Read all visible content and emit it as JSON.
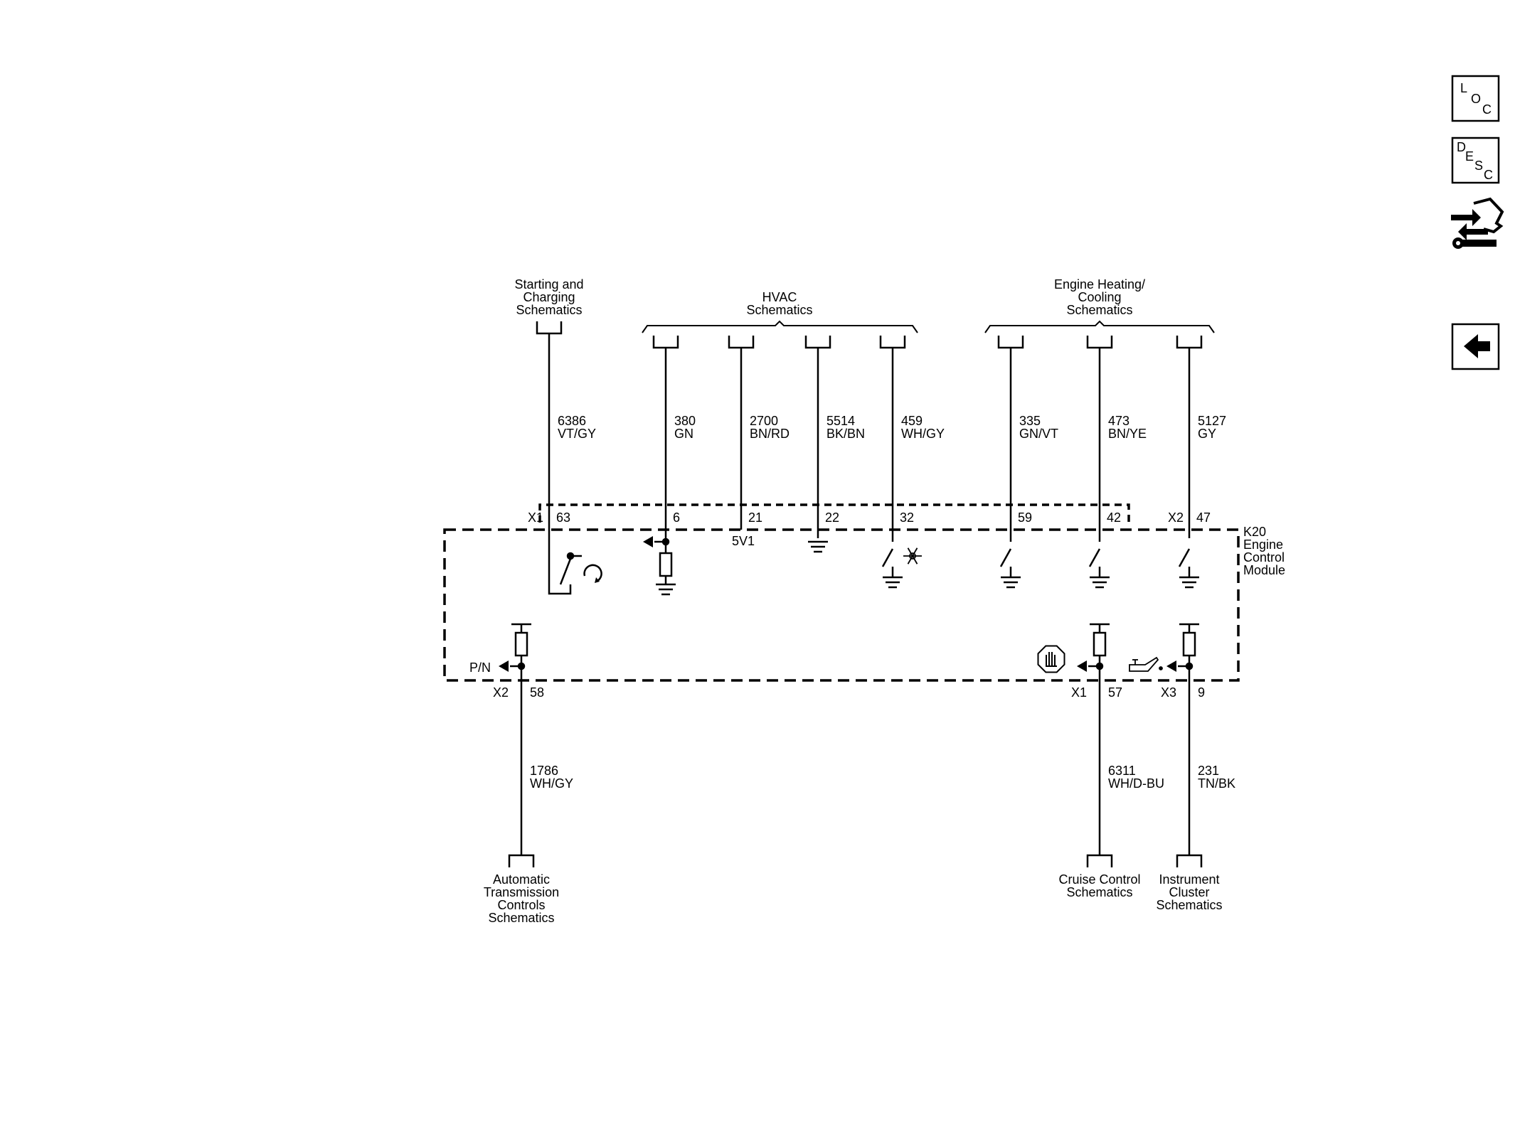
{
  "nav": {
    "loc": [
      "L",
      "O",
      "C"
    ],
    "desc": [
      "D",
      "E",
      "S",
      "C"
    ]
  },
  "module": {
    "name_lines": [
      "K20",
      "Engine",
      "Control",
      "Module"
    ],
    "ref_5v": "5V1",
    "pn": "P/N"
  },
  "top_groups": {
    "starting": [
      "Starting and",
      "Charging",
      "Schematics"
    ],
    "hvac": [
      "HVAC",
      "Schematics"
    ],
    "engine": [
      "Engine Heating/",
      "Cooling",
      "Schematics"
    ]
  },
  "top_wires": [
    {
      "circuit": "6386",
      "color": "VT/GY",
      "connector": "X1",
      "pin": "63"
    },
    {
      "circuit": "380",
      "color": "GN",
      "connector": "",
      "pin": "6"
    },
    {
      "circuit": "2700",
      "color": "BN/RD",
      "connector": "",
      "pin": "21"
    },
    {
      "circuit": "5514",
      "color": "BK/BN",
      "connector": "",
      "pin": "22"
    },
    {
      "circuit": "459",
      "color": "WH/GY",
      "connector": "",
      "pin": "32"
    },
    {
      "circuit": "335",
      "color": "GN/VT",
      "connector": "",
      "pin": "59"
    },
    {
      "circuit": "473",
      "color": "BN/YE",
      "connector": "",
      "pin": "42"
    },
    {
      "circuit": "5127",
      "color": "GY",
      "connector": "X2",
      "pin": "47"
    }
  ],
  "bottom_wires": [
    {
      "circuit": "1786",
      "color": "WH/GY",
      "connector": "X2",
      "pin": "58",
      "dest": [
        "Automatic",
        "Transmission",
        "Controls",
        "Schematics"
      ]
    },
    {
      "circuit": "6311",
      "color": "WH/D-BU",
      "connector": "X1",
      "pin": "57",
      "dest": [
        "Cruise Control",
        "Schematics"
      ]
    },
    {
      "circuit": "231",
      "color": "TN/BK",
      "connector": "X3",
      "pin": "9",
      "dest": [
        "Instrument",
        "Cluster",
        "Schematics"
      ]
    }
  ]
}
